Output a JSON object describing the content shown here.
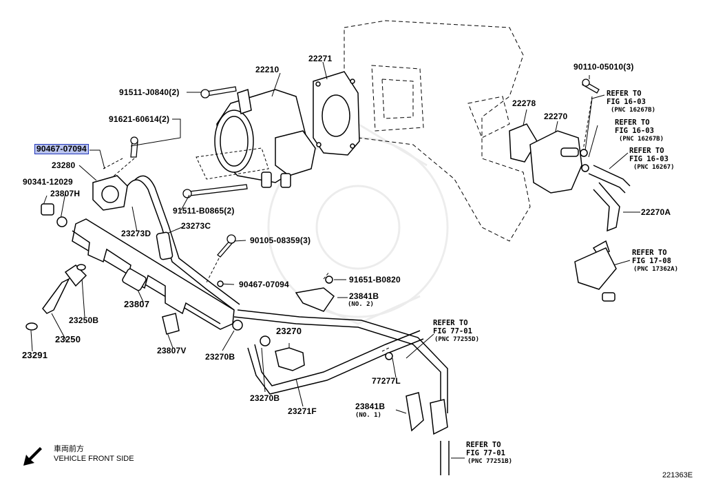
{
  "labels": {
    "p22271": "22271",
    "p22210": "22210",
    "p91511_j0840": "91511-J0840(2)",
    "p91621": "91621-60614(2)",
    "p90467_top": "90467-07094",
    "p23280": "23280",
    "p90341": "90341-12029",
    "p23807h": "23807H",
    "p91511_b0865": "91511-B0865(2)",
    "p23273d": "23273D",
    "p23273c": "23273C",
    "p90105": "90105-08359(3)",
    "p90467_mid": "90467-07094",
    "p91651": "91651-B0820",
    "p23841b_2": "23841B",
    "p23841b_2_sub": "(NO. 2)",
    "p23807": "23807",
    "p23250b": "23250B",
    "p23250": "23250",
    "p23291": "23291",
    "p23807v": "23807V",
    "p23270b_1": "23270B",
    "p23270": "23270",
    "p23270b_2": "23270B",
    "p23271f": "23271F",
    "p77277l": "77277L",
    "p23841b_1": "23841B",
    "p23841b_1_sub": "(NO. 1)",
    "p90110": "90110-05010(3)",
    "p22278": "22278",
    "p22270": "22270",
    "p22270a": "22270A"
  },
  "refs": {
    "r1_line1": "REFER TO",
    "r1_line2": "FIG 16-03",
    "r1_line3": "(PNC 16267B)",
    "r2_line1": "REFER TO",
    "r2_line2": "FIG 16-03",
    "r2_line3": "(PNC 16267B)",
    "r3_line1": "REFER TO",
    "r3_line2": "FIG 16-03",
    "r3_line3": "(PNC 16267)",
    "r4_line1": "REFER TO",
    "r4_line2": "FIG 17-08",
    "r4_line3": "(PNC 17362A)",
    "r5_line1": "REFER TO",
    "r5_line2": "FIG 77-01",
    "r5_line3": "(PNC 77255D)",
    "r6_line1": "REFER TO",
    "r6_line2": "FIG 77-01",
    "r6_line3": "(PNC 77251B)"
  },
  "direction": {
    "jp": "車両前方",
    "en": "VEHICLE FRONT SIDE"
  },
  "figure_number": "221363E",
  "highlight_color": "#b9c3ee"
}
